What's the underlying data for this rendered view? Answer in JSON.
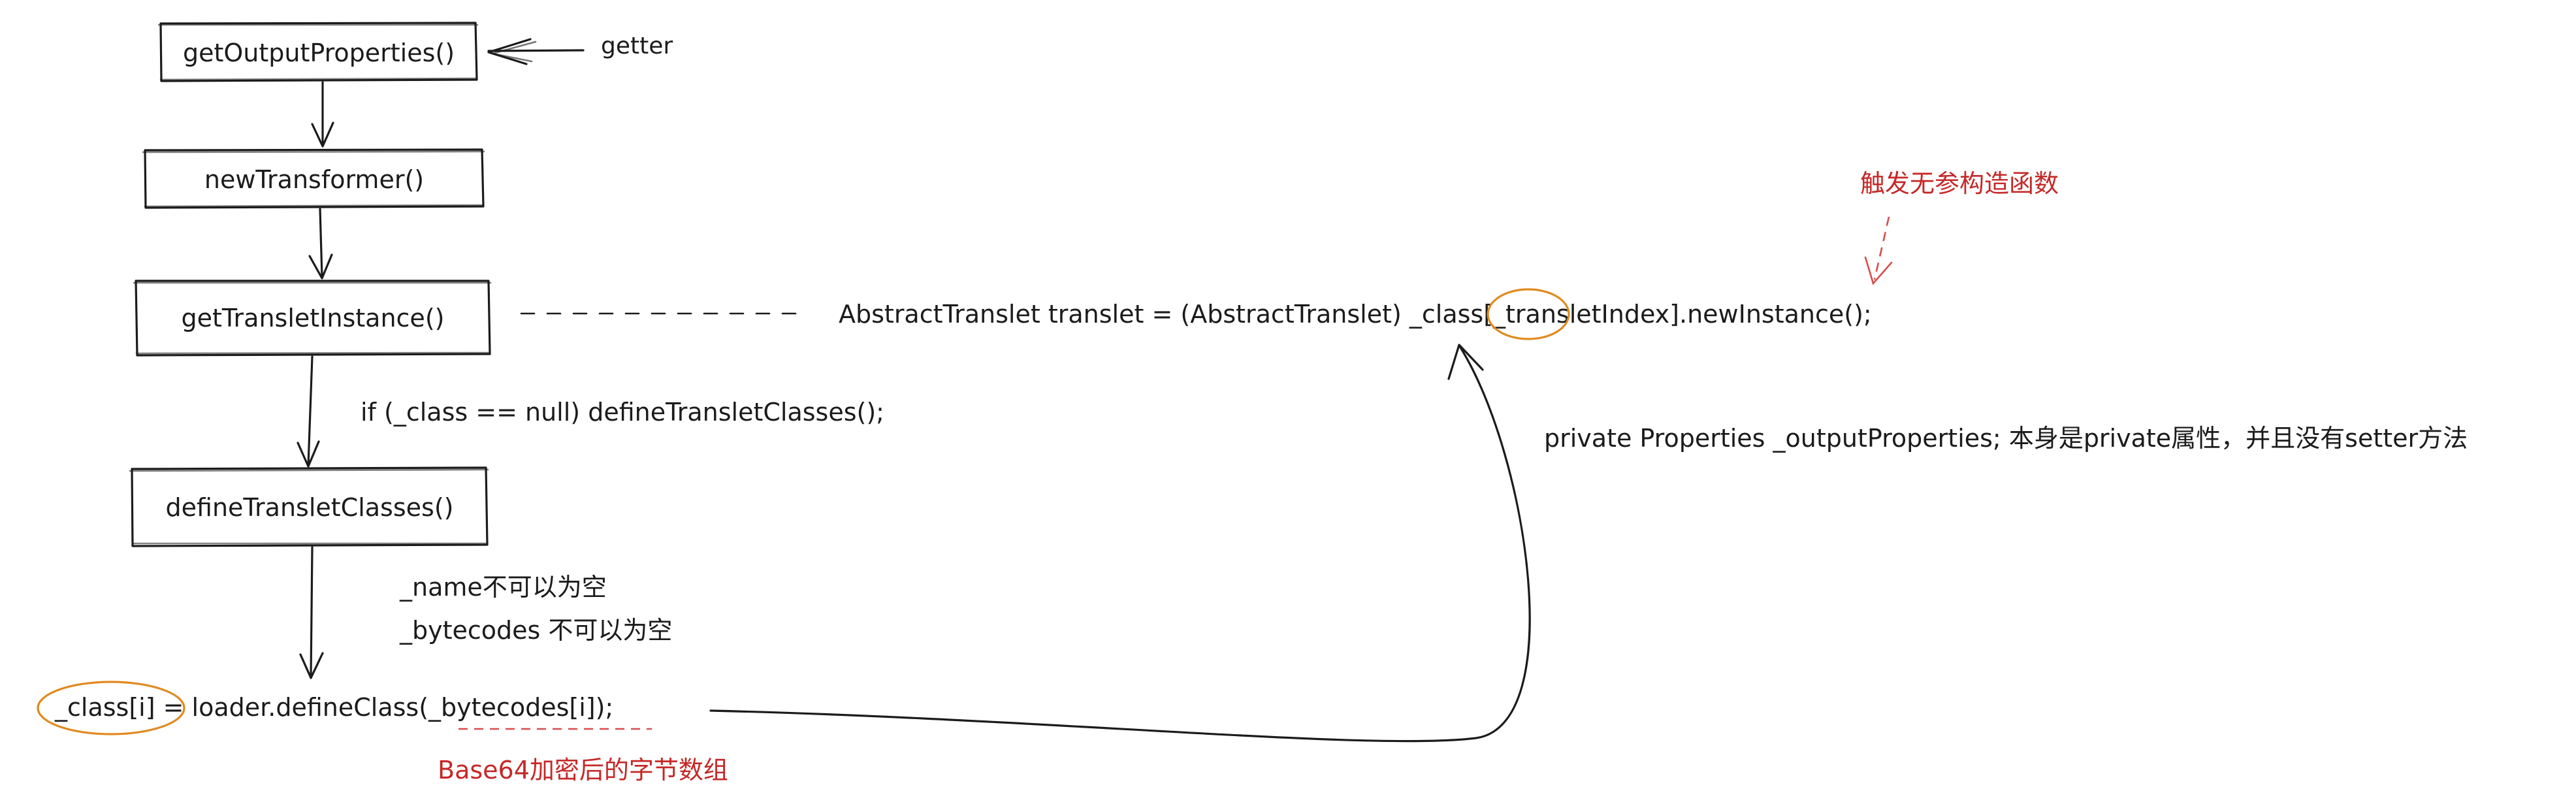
{
  "boxes": {
    "get_output_properties": "getOutputProperties()",
    "new_transformer": "newTransformer()",
    "get_translet_instance": "getTransletInstance()",
    "define_translet_classes": "defineTransletClasses()"
  },
  "labels": {
    "getter": "getter",
    "if_condition": "if (_class == null) defineTransletClasses();",
    "name_not_empty": "_name不可以为空",
    "bytecodes_not_empty": "_bytecodes 不可以为空",
    "define_class_code": "_class[i] = loader.defineClass(_bytecodes[i]);",
    "base64_note": "Base64加密后的字节数组",
    "translet_code": "AbstractTranslet translet = (AbstractTranslet) _class[_transletIndex].newInstance();",
    "trigger_note": "触发无参构造函数",
    "private_note": "private Properties _outputProperties; 本身是private属性，并且没有setter方法"
  }
}
